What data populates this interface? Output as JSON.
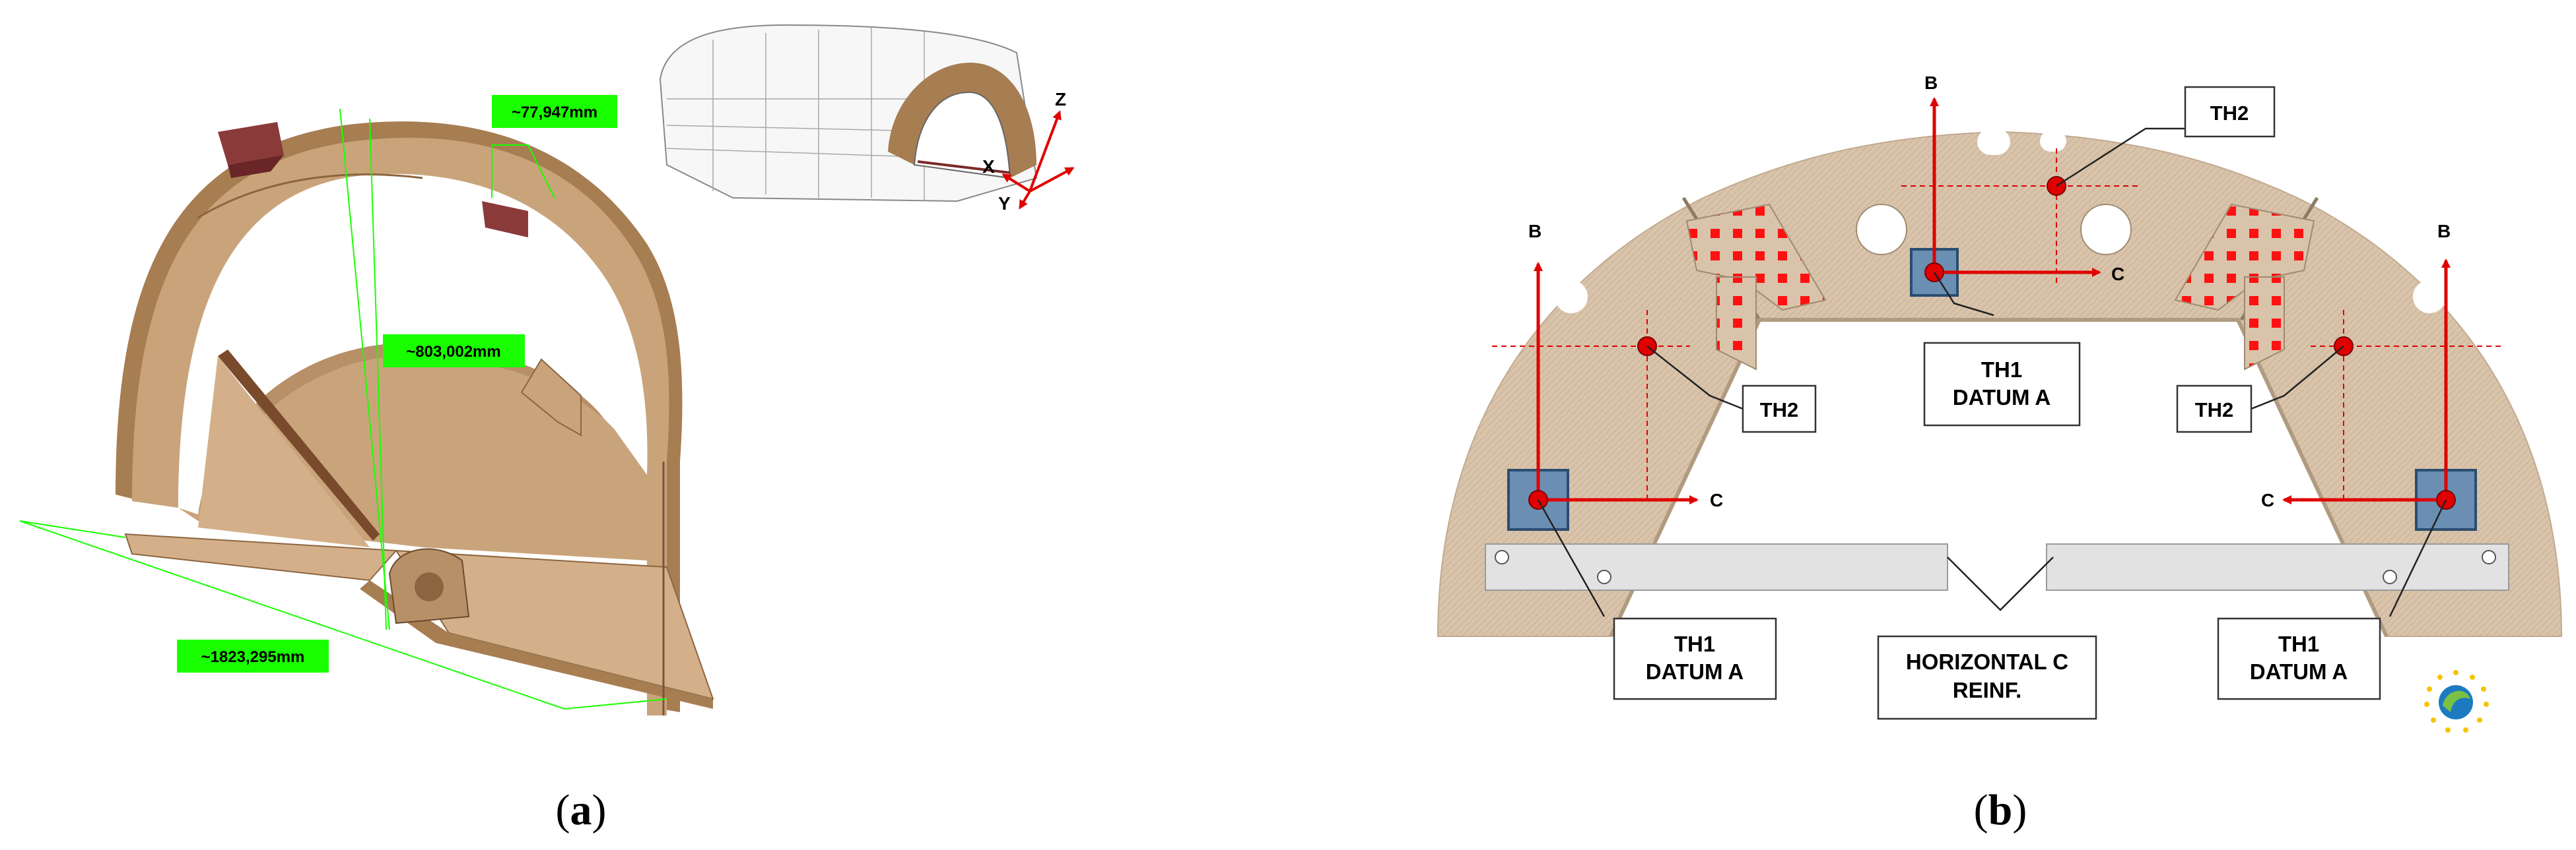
{
  "panel_a": {
    "label_letter": "a",
    "dimensions": {
      "width": "~77,947mm",
      "height": "~803,002mm",
      "length": "~1823,295mm"
    },
    "axes": {
      "x": "X",
      "y": "Y",
      "z": "Z"
    }
  },
  "panel_b": {
    "label_letter": "b",
    "top_callout": "TH2",
    "left_callout": "TH2",
    "right_callout": "TH2",
    "center_datum": {
      "line1": "TH1",
      "line2": "DATUM A"
    },
    "left_datum": {
      "line1": "TH1",
      "line2": "DATUM A"
    },
    "right_datum": {
      "line1": "TH1",
      "line2": "DATUM A"
    },
    "reinf_callout": {
      "line1": "HORIZONTAL C",
      "line2": "REINF."
    },
    "arrow_labels": {
      "left_b": "B",
      "left_c": "C",
      "center_b": "B",
      "center_c": "C",
      "right_b": "B",
      "right_c": "C"
    }
  },
  "colors": {
    "part_tan": "#c8a57e",
    "part_tan_dark": "#a07b55",
    "dim_green": "#19ff00",
    "datum_red": "#e00000",
    "datum_blue": "#6b8fb3",
    "plate_beige": "#dcc9b3"
  }
}
